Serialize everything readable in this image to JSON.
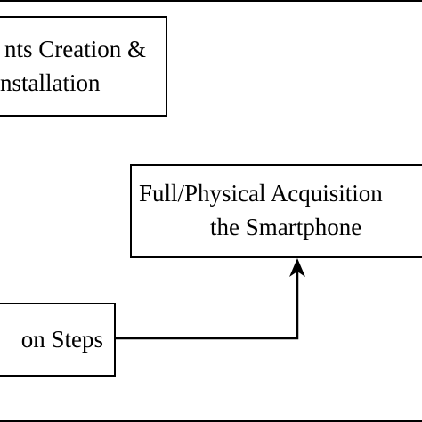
{
  "diagram": {
    "box_top": {
      "line1": "nts Creation &",
      "line2": "nstallation"
    },
    "box_right": {
      "line1": "Full/Physical Acquisition",
      "line2": "the Smartphone"
    },
    "box_bottom": {
      "line1": "on Steps"
    }
  }
}
